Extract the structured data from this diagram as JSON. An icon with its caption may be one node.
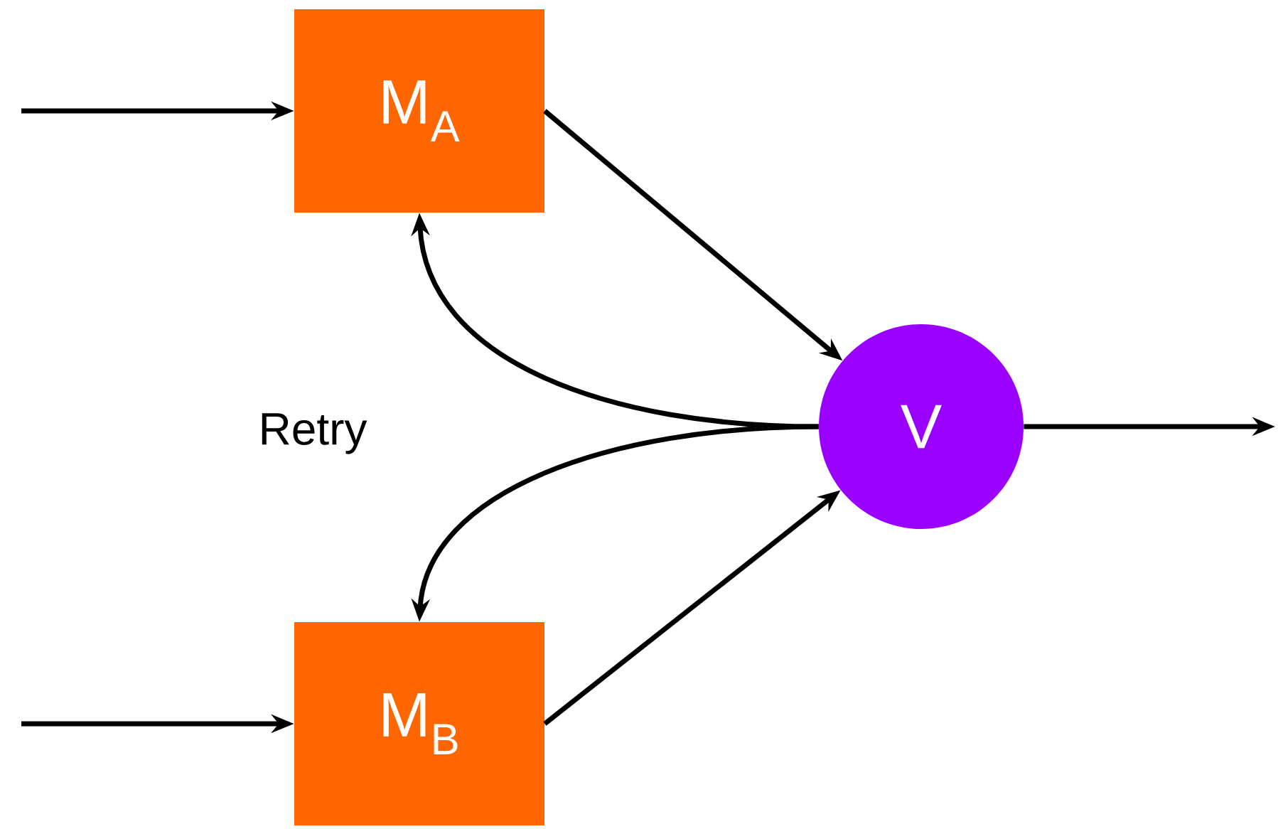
{
  "diagram": {
    "nodes": [
      {
        "text": [
          "M$_{A}$"
        ]
      },
      {
        "text": [
          "M$_{B}$"
        ]
      },
      {
        "text": [
          "V"
        ]
      }
    ],
    "edges": [
      {
        "from": null,
        "to": 0,
        "arrow": "to"
      },
      {
        "from": null,
        "to": 1,
        "arrow": "to"
      },
      {
        "from": 0,
        "to": 2,
        "arrow": "to"
      },
      {
        "from": 1,
        "to": 2,
        "arrow": "to"
      },
      {
        "from": 2,
        "to": 0,
        "arrow": "to"
      },
      {
        "from": 2,
        "to": 1,
        "arrow": "to"
      },
      {
        "from": 2,
        "to": null,
        "arrow": "to"
      }
    ],
    "labels": [
      "Retry"
    ]
  }
}
